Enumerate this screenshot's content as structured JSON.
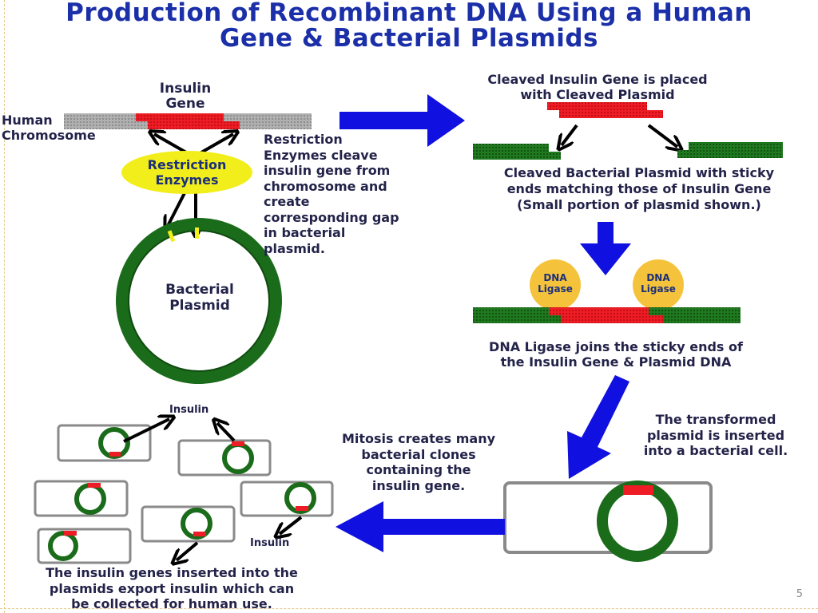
{
  "title": {
    "line1": "Production of Recombinant DNA Using a Human",
    "line2": "Gene & Bacterial Plasmids"
  },
  "labels": {
    "insulin_gene": "Insulin\nGene",
    "human_chromosome": "Human\nChromosome",
    "restriction_enzymes": "Restriction\nEnzymes",
    "restriction_note": "Restriction\nEnzymes cleave\ninsulin gene from\nchromosome and\ncreate\ncorresponding gap\nin bacterial\nplasmid.",
    "bacterial_plasmid": "Bacterial\nPlasmid",
    "cleaved_gene_placed": "Cleaved Insulin Gene is placed\nwith Cleaved Plasmid",
    "cleaved_plasmid_note": "Cleaved Bacterial Plasmid with sticky\nends matching those of Insulin Gene\n(Small portion of plasmid shown.)",
    "dna_ligase_left": "DNA\nLigase",
    "dna_ligase_right": "DNA\nLigase",
    "ligase_joins": "DNA Ligase joins the sticky ends of\nthe Insulin Gene & Plasmid DNA",
    "transformed": "The transformed\nplasmid is inserted\ninto a bacterial cell.",
    "mitosis": "Mitosis creates many\nbacterial clones\ncontaining the\ninsulin gene.",
    "insulin_top": "Insulin",
    "insulin_right": "Insulin",
    "export_note": "The insulin genes inserted into the\nplasmids export insulin which can\nbe collected for human use."
  },
  "page_number": "5",
  "colors": {
    "title": "#1b2fa8",
    "text": "#23234a",
    "plasmid_green": "#1a6b1a",
    "gene_red": "#e8141e",
    "chromosome_gray": "#a8a8a8",
    "arrow_blue": "#1010e0",
    "enzyme_yellow": "#f2ee1c",
    "ligase_orange": "#f5c33b",
    "cell_border": "#8a8a8a"
  }
}
